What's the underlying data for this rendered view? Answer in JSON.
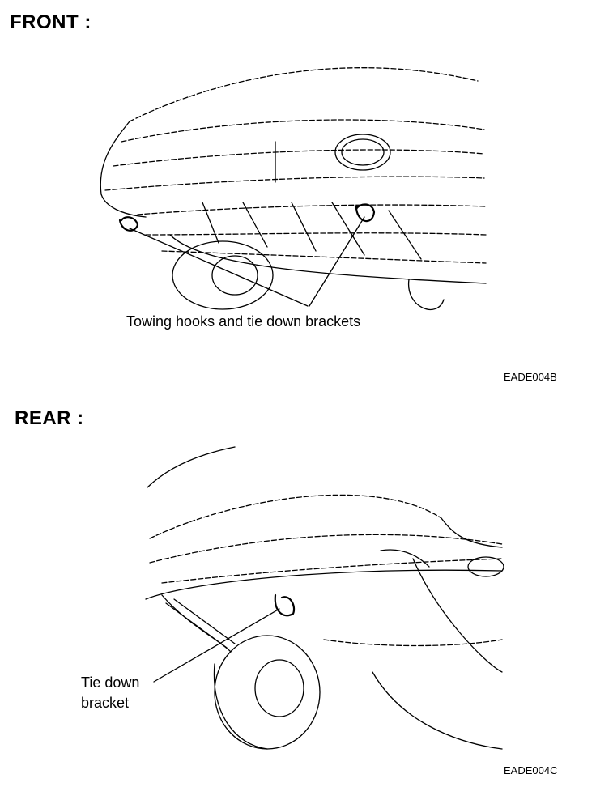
{
  "front": {
    "heading": "FRONT :",
    "callout": "Towing hooks and tie down brackets",
    "code": "EADE004B"
  },
  "rear": {
    "heading": "REAR :",
    "callout_line1": "Tie down",
    "callout_line2": "bracket",
    "code": "EADE004C"
  }
}
